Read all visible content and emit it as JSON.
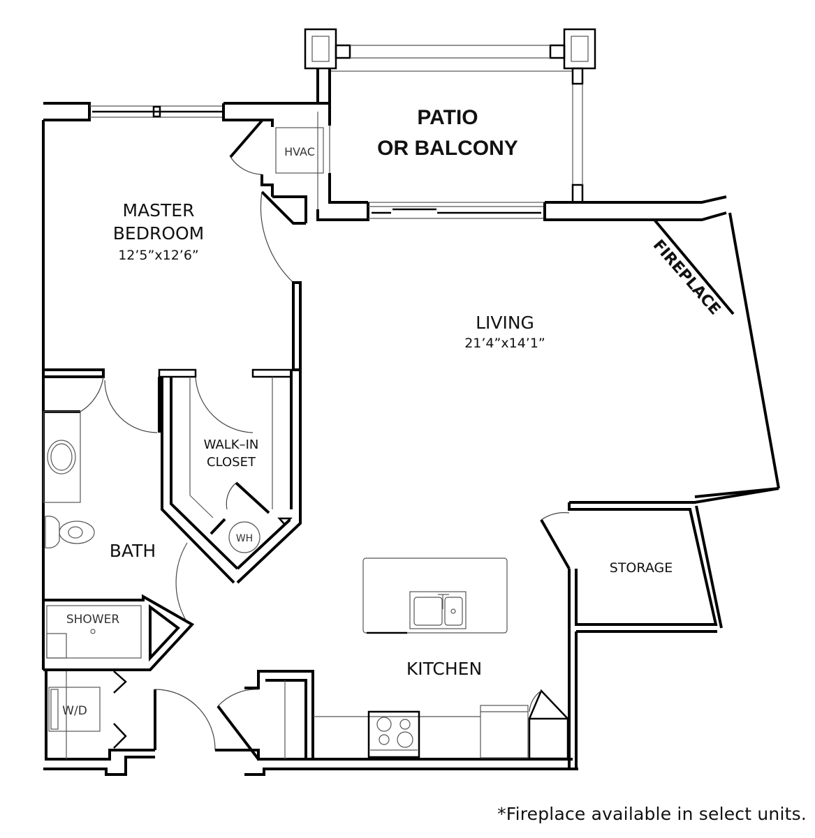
{
  "floorplan": {
    "rooms": {
      "patio": {
        "line1": "PATIO",
        "line2": "OR BALCONY"
      },
      "hvac": {
        "label": "HVAC"
      },
      "master_bedroom": {
        "line1": "MASTER",
        "line2": "BEDROOM",
        "dimensions": "12’5”x12’6”"
      },
      "living": {
        "label": "LIVING",
        "dimensions": "21’4”x14’1”"
      },
      "fireplace": {
        "label": "FIREPLACE"
      },
      "walk_in_closet": {
        "line1": "WALK–IN",
        "line2": "CLOSET"
      },
      "water_heater": {
        "label": "WH"
      },
      "bath": {
        "label": "BATH"
      },
      "shower": {
        "label": "SHOWER"
      },
      "washer_dryer": {
        "label": "W/D"
      },
      "storage": {
        "label": "STORAGE"
      },
      "kitchen": {
        "label": "KITCHEN"
      }
    },
    "footnote": "*Fireplace available in select units."
  }
}
